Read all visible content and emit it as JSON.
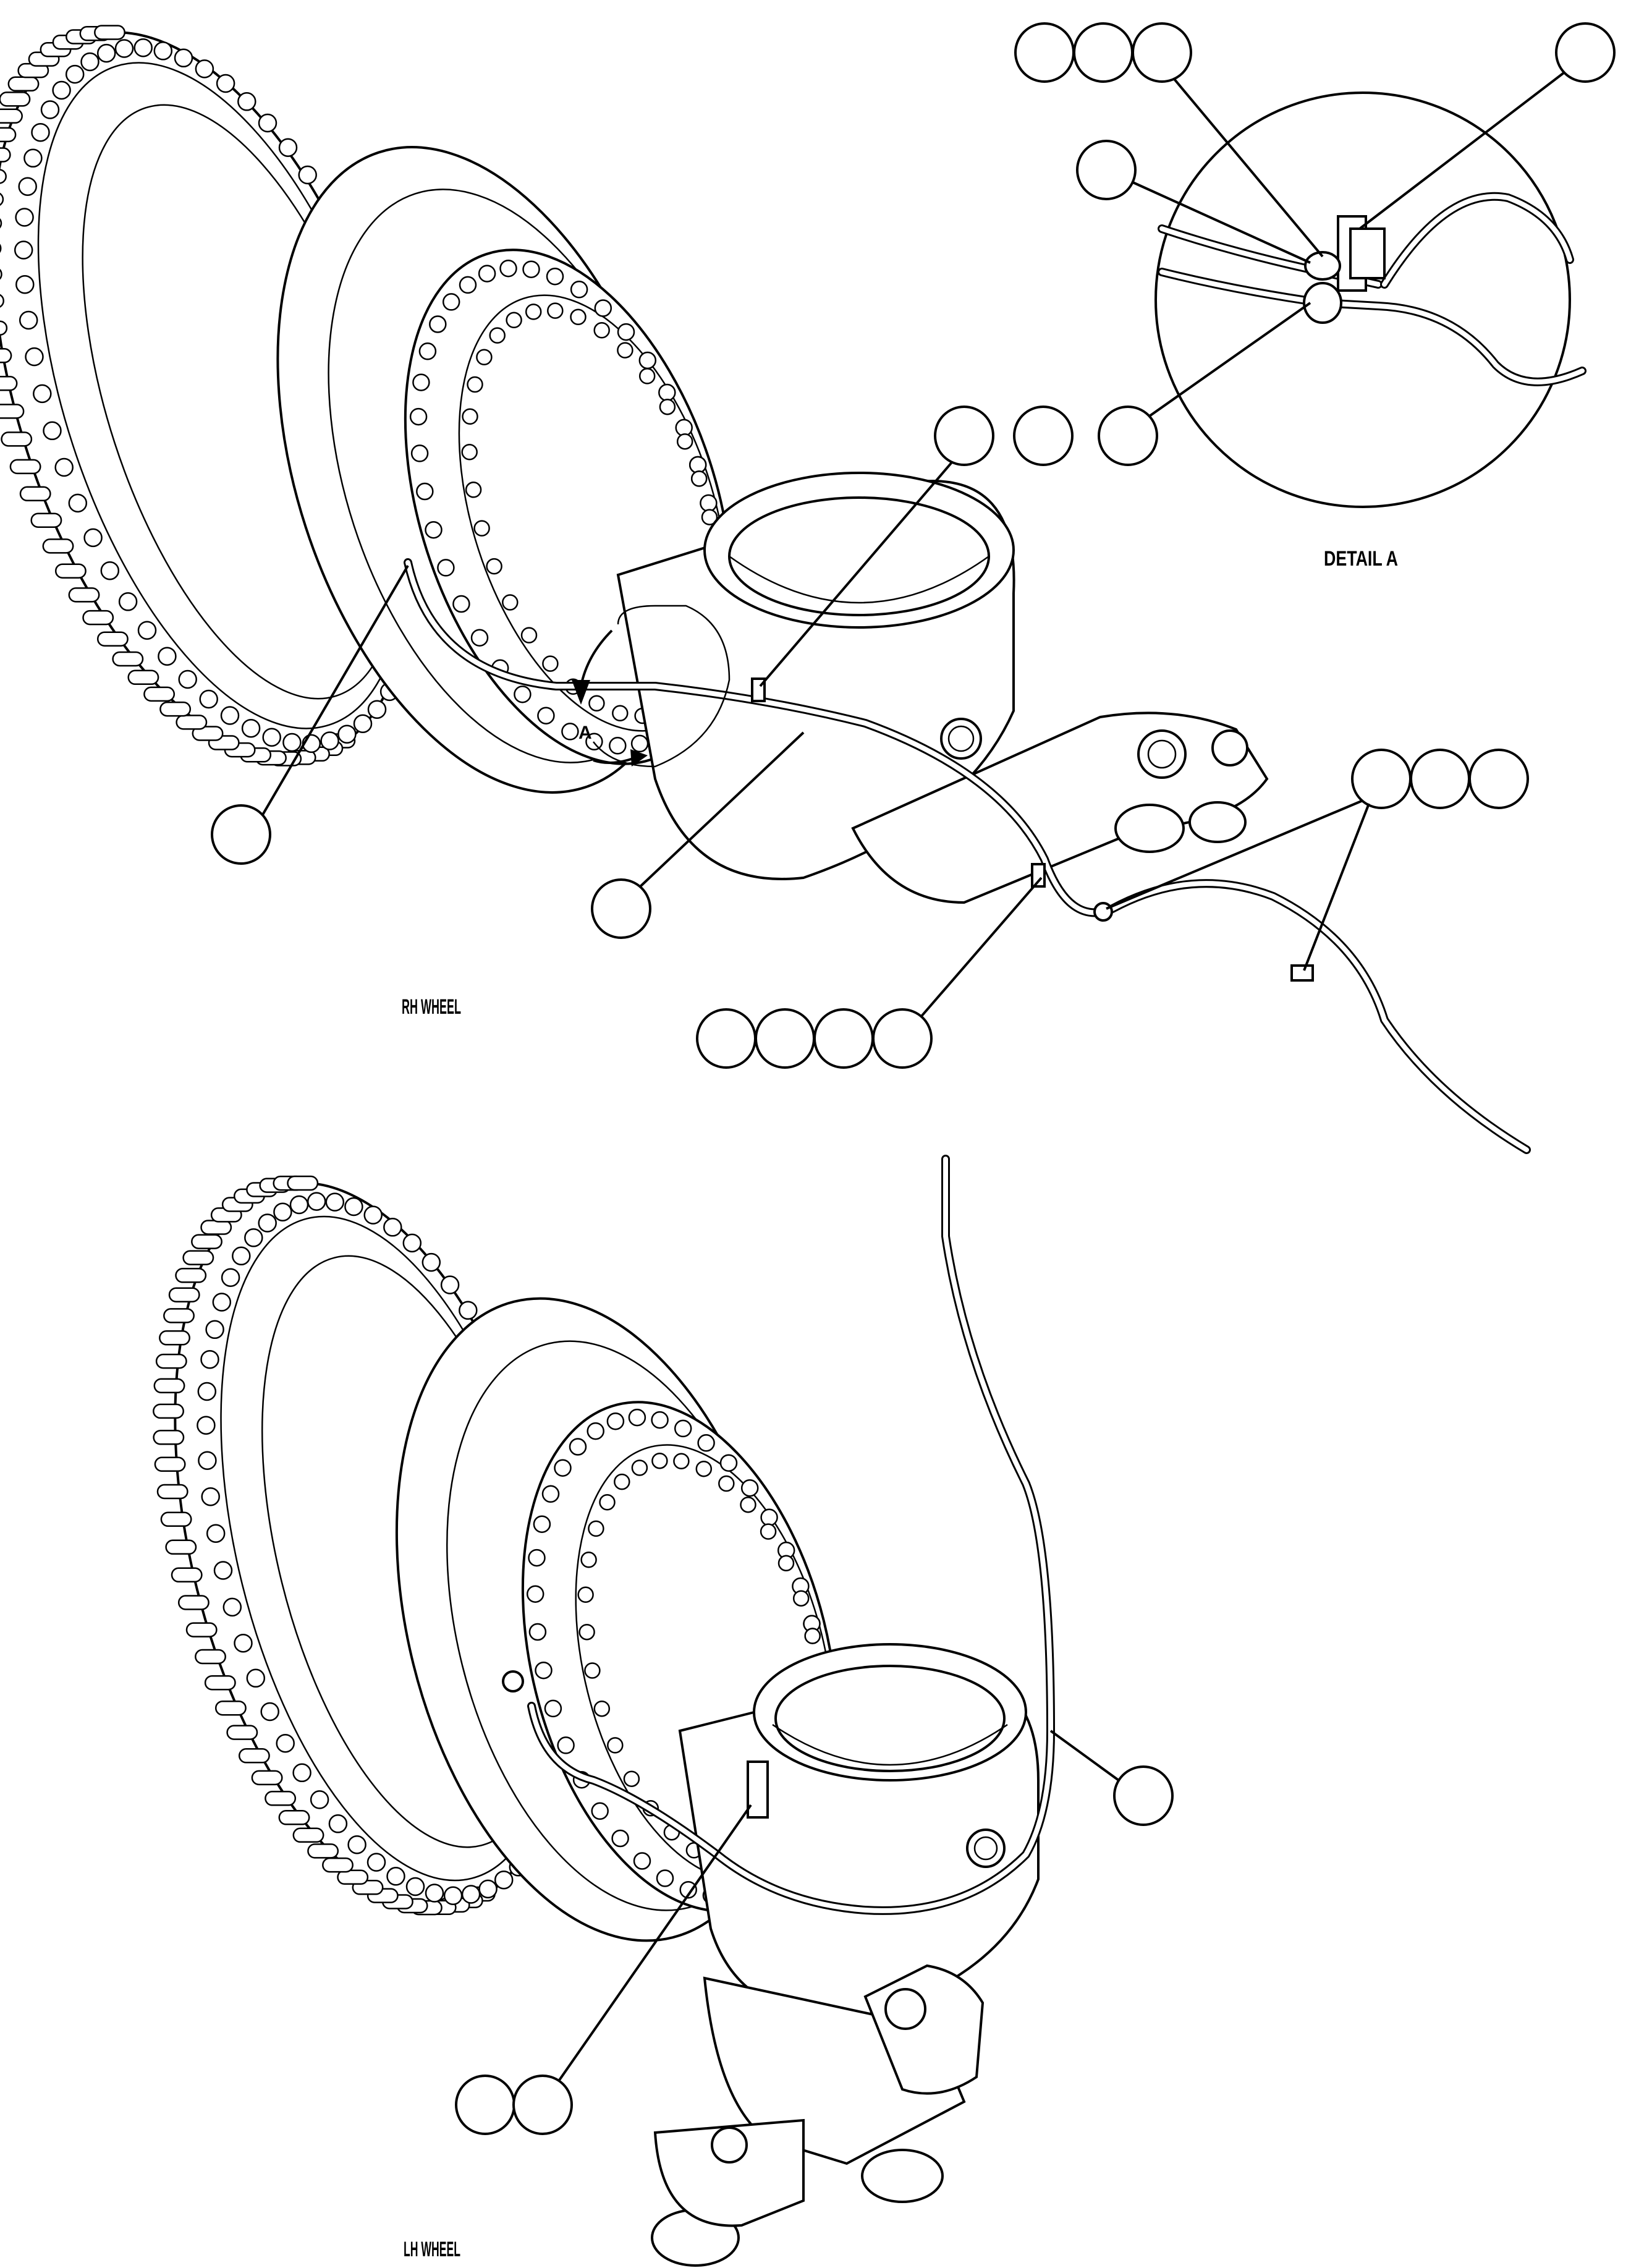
{
  "labels": {
    "rh_wheel": "RH WHEEL",
    "lh_wheel": "LH WHEEL",
    "detail": "DETAIL A",
    "detail_marker": "A"
  },
  "colors": {
    "line": "#000000",
    "background": "#ffffff"
  }
}
